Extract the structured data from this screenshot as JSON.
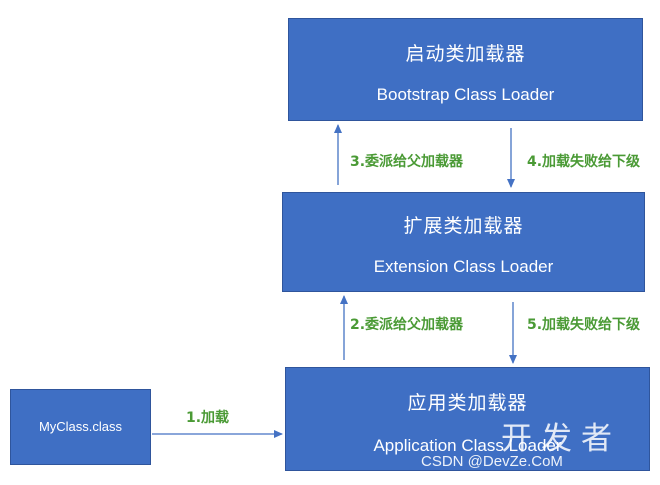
{
  "nodes": {
    "bootstrap": {
      "zh": "启动类加载器",
      "en": "Bootstrap Class Loader"
    },
    "extension": {
      "zh": "扩展类加载器",
      "en": "Extension Class Loader"
    },
    "application": {
      "zh": "应用类加载器",
      "en": "Application Class Loader"
    },
    "myclass": {
      "label": "MyClass.class"
    }
  },
  "edges": {
    "step1": "1.加载",
    "step2": "2.委派给父加载器",
    "step3": "3.委派给父加载器",
    "step4": "4.加载失败给下级",
    "step5": "5.加载失败给下级"
  },
  "colors": {
    "box_fill": "#3f6fc4",
    "box_border": "#2f559c",
    "arrow": "#4472c4",
    "label_green": "#4a9a35"
  },
  "watermark": {
    "big": "开发者",
    "small": "CSDN @DevZe.CoM"
  }
}
